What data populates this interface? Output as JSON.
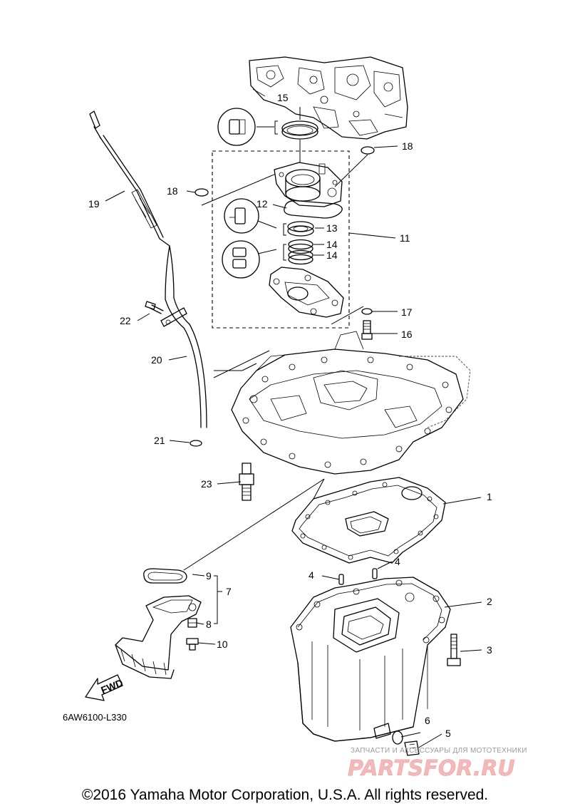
{
  "callouts": {
    "p1": "1",
    "p2": "2",
    "p3": "3",
    "p4a": "4",
    "p4b": "4",
    "p5": "5",
    "p6": "6",
    "p7": "7",
    "p8": "8",
    "p9": "9",
    "p10": "10",
    "p11": "11",
    "p12": "12",
    "p13": "13",
    "p14a": "14",
    "p14b": "14",
    "p15": "15",
    "p16": "16",
    "p17": "17",
    "p18a": "18",
    "p18b": "18",
    "p19": "19",
    "p20": "20",
    "p21": "21",
    "p22": "22",
    "p23": "23"
  },
  "fwd_arrow_text": "FWD",
  "diagram_code": "6AW6100-L330",
  "watermark": {
    "tagline": "ЗАПЧАСТИ И АКСЕССУАРЫ ДЛЯ МОТОТЕХНИКИ",
    "brand": "PARTSFOR.RU"
  },
  "copyright": "©2016 Yamaha Motor Corporation, U.S.A. All rights reserved."
}
